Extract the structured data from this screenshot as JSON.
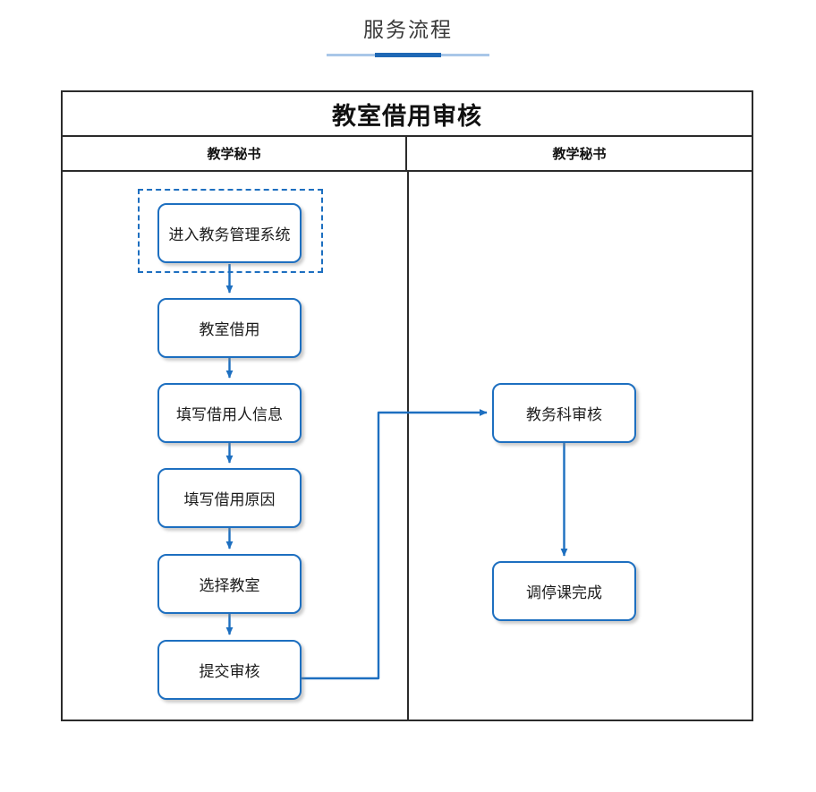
{
  "page": {
    "title": "服务流程",
    "accent_color": "#1f68b5",
    "rule_color": "#a9c7e8"
  },
  "flow": {
    "heading": "教室借用审核",
    "lanes": [
      {
        "name": "教学秘书"
      },
      {
        "name": "教学秘书"
      }
    ],
    "node_border_color": "#1d6fc0",
    "connector_color": "#1d6fc0",
    "nodes": [
      {
        "id": "enter-system",
        "label": "进入教务管理系统",
        "lane": 0,
        "selected": true
      },
      {
        "id": "borrow-room",
        "label": "教室借用",
        "lane": 0,
        "selected": false
      },
      {
        "id": "fill-person",
        "label": "填写借用人信息",
        "lane": 0,
        "selected": false
      },
      {
        "id": "fill-reason",
        "label": "填写借用原因",
        "lane": 0,
        "selected": false
      },
      {
        "id": "select-room",
        "label": "选择教室",
        "lane": 0,
        "selected": false
      },
      {
        "id": "submit-review",
        "label": "提交审核",
        "lane": 0,
        "selected": false
      },
      {
        "id": "dept-review",
        "label": "教务科审核",
        "lane": 1,
        "selected": false
      },
      {
        "id": "adjust-done",
        "label": "调停课完成",
        "lane": 1,
        "selected": false
      }
    ],
    "edges": [
      {
        "from": "enter-system",
        "to": "borrow-room",
        "style": "straight-down"
      },
      {
        "from": "borrow-room",
        "to": "fill-person",
        "style": "straight-down"
      },
      {
        "from": "fill-person",
        "to": "fill-reason",
        "style": "straight-down"
      },
      {
        "from": "fill-reason",
        "to": "select-room",
        "style": "straight-down"
      },
      {
        "from": "select-room",
        "to": "submit-review",
        "style": "straight-down"
      },
      {
        "from": "submit-review",
        "to": "dept-review",
        "style": "elbow-right-up"
      },
      {
        "from": "dept-review",
        "to": "adjust-done",
        "style": "straight-down"
      }
    ]
  }
}
